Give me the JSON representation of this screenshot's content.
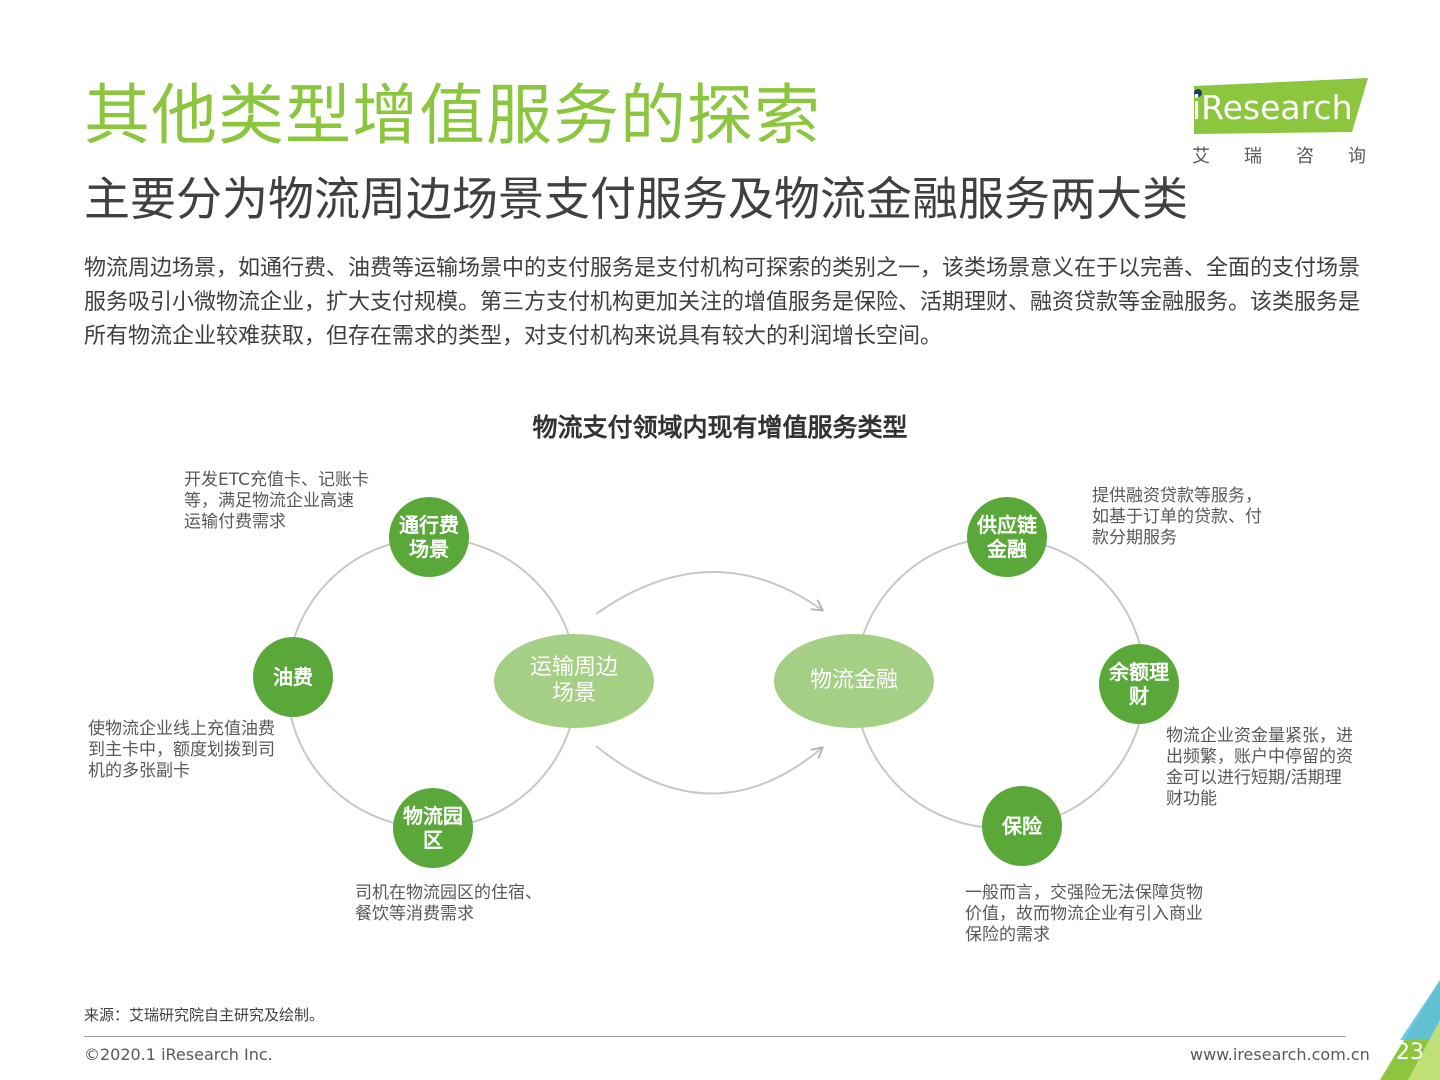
{
  "header": {
    "title": "其他类型增值服务的探索",
    "subtitle": "主要分为物流周边场景支付服务及物流金融服务两大类"
  },
  "logo": {
    "text": "iResearch",
    "cn": "艾瑞咨询"
  },
  "body_text": "物流周边场景，如通行费、油费等运输场景中的支付服务是支付机构可探索的类别之一，该类场景意义在于以完善、全面的支付场景服务吸引小微物流企业，扩大支付规模。第三方支付机构更加关注的增值服务是保险、活期理财、融资贷款等金融服务。该类服务是所有物流企业较难获取，但存在需求的类型，对支付机构来说具有较大的利润增长空间。",
  "diagram": {
    "title": "物流支付领域内现有增值服务类型",
    "left_hub": "运输周边场景",
    "right_hub": "物流金融",
    "left_nodes": [
      {
        "label": "通行费场景",
        "desc": "开发ETC充值卡、记账卡等，满足物流企业高速运输付费需求"
      },
      {
        "label": "油费",
        "desc": "使物流企业线上充值油费到主卡中，额度划拨到司机的多张副卡"
      },
      {
        "label": "物流园区",
        "desc": "司机在物流园区的住宿、餐饮等消费需求"
      }
    ],
    "right_nodes": [
      {
        "label": "供应链金融",
        "desc": "提供融资贷款等服务，如基于订单的贷款、付款分期服务"
      },
      {
        "label": "余额理财",
        "desc": "物流企业资金量紧张，进出频繁，账户中停留的资金可以进行短期/活期理财功能"
      },
      {
        "label": "保险",
        "desc": "一般而言，交强险无法保障货物价值，故而物流企业有引入商业保险的需求"
      }
    ]
  },
  "footer": {
    "source": "来源：艾瑞研究院自主研究及绘制。",
    "copyright": "©2020.1 iResearch Inc.",
    "website": "www.iresearch.com.cn",
    "page_number": "23"
  },
  "colors": {
    "title_green": "#8cc63f",
    "node_green": "#5aa83a",
    "hub_green": "#a4cf84",
    "logo_green": "#8cc63f"
  }
}
